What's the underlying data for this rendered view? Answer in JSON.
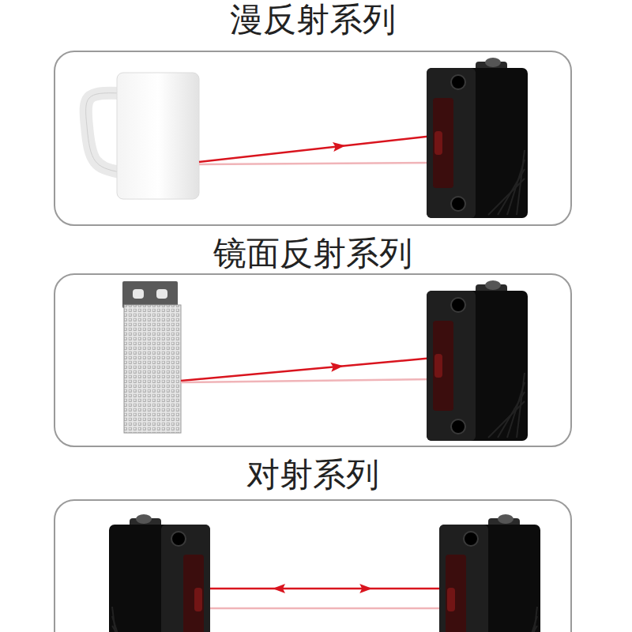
{
  "diagram": {
    "nodes": [
      {
        "text": [
          "漫反射系列"
        ]
      },
      {
        "text": [
          "镜面反射系列"
        ]
      },
      {
        "text": [
          "对射系列"
        ]
      }
    ]
  }
}
